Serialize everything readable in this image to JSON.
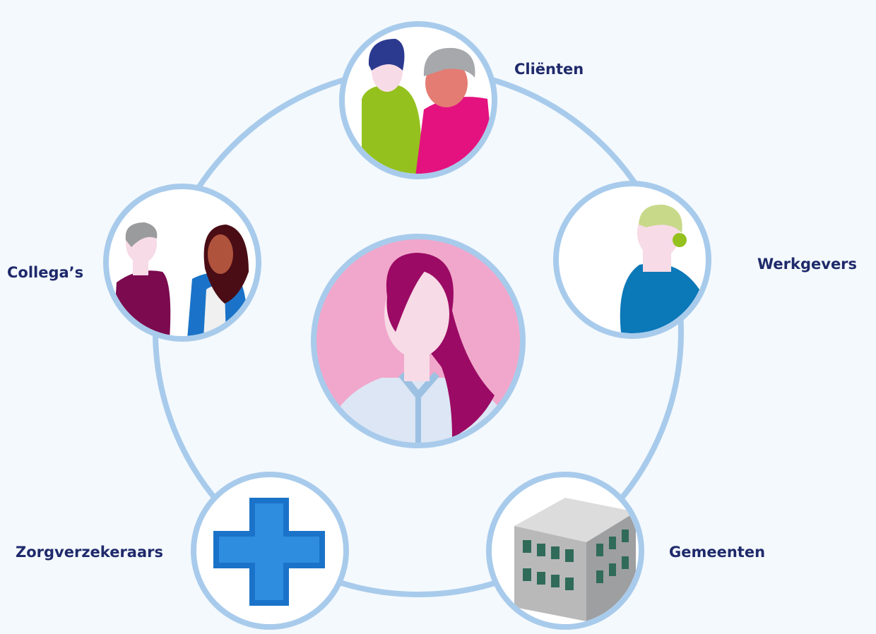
{
  "diagram": {
    "colors": {
      "background": "#f4f9fd",
      "ring": "#a8cbec",
      "label": "#1f2a6b",
      "center_fill": "#f1a7cb",
      "hair_magenta": "#9b0a64",
      "skin": "#f7dbe6",
      "cross_blue": "#1a73c8"
    },
    "center": {
      "label": "",
      "icon": "woman-portrait-icon"
    },
    "nodes": [
      {
        "id": "clienten",
        "label": "Cliënten",
        "icon": "clients-couple-icon"
      },
      {
        "id": "werkgevers",
        "label": "Werkgevers",
        "icon": "employer-person-icon"
      },
      {
        "id": "gemeenten",
        "label": "Gemeenten",
        "icon": "municipal-building-icon"
      },
      {
        "id": "zorgverzekeraars",
        "label": "Zorgverzekeraars",
        "icon": "medical-cross-icon"
      },
      {
        "id": "collegas",
        "label": "Collega’s",
        "icon": "colleagues-pair-icon"
      }
    ]
  }
}
